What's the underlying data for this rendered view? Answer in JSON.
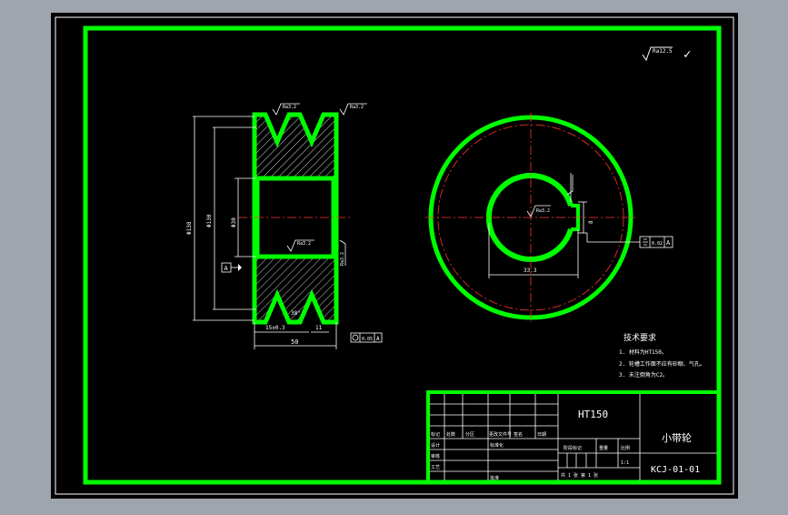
{
  "colors": {
    "background": "#9ea5ad",
    "canvas": "#000000",
    "border": "#00ff00",
    "lines": "#ffffff",
    "centerline": "#ff3333",
    "dimension": "#ffffff"
  },
  "drawing": {
    "roughness_global": "Ra12.5",
    "roughness_symbol": "✓",
    "roughness_top": "Ra3.2",
    "roughness_top_right": "Ra3.2",
    "roughness_left_mid": "Ra3.2",
    "roughness_bore": "Ra3.2",
    "roughness_right": "Ra3.2",
    "datum_label": "A",
    "dim_outer_dia": "Φ138",
    "dim_pitch_dia": "Φ130",
    "dim_bore_dia": "Φ30",
    "dim_groove_pitch": "15±0.3",
    "dim_groove_edge": "11",
    "dim_width": "50",
    "dim_groove_angle": "38°",
    "dim_keyway_width": "8",
    "dim_keyway_depth": "33.3",
    "tolerance_runout": "0.05",
    "tolerance_right": "0.02"
  },
  "notes": {
    "title": "技术要求",
    "items": [
      "1. 材料为HT150。",
      "2. 轮槽工作面不应有砂眼、气孔。",
      "3. 未注倒角为C2。"
    ]
  },
  "titleblock": {
    "material": "HT150",
    "part_name": "小带轮",
    "drawing_no": "KCJ-01-01",
    "label_mark": "标记",
    "label_count": "处数",
    "label_zone": "分区",
    "label_change_doc": "更改文件号",
    "label_sign": "签名",
    "label_date": "日期",
    "label_design": "设计",
    "label_check": "审核",
    "label_process": "工艺",
    "label_standard": "标准化",
    "label_approve": "批准",
    "label_stage": "阶段标记",
    "label_weight": "重量",
    "label_scale": "比例",
    "scale_value": "1:1",
    "sheet_info": "共 1 张   第 1 张"
  }
}
